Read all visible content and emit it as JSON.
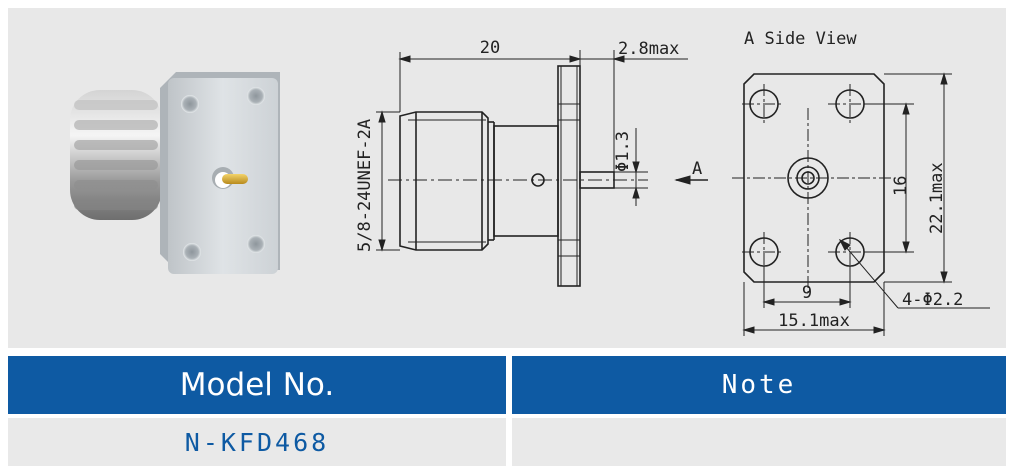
{
  "drawing": {
    "side_view_title": "A Side View",
    "dim_length": "20",
    "dim_flange": "2.8max",
    "dim_pin": "Φ1.3",
    "dim_thread": "5/8-24UNEF-2A",
    "view_marker": "A",
    "dim_hole_spacing_v": "16",
    "dim_height": "22.1max",
    "dim_hole_spacing_h": "9",
    "dim_width": "15.1max",
    "dim_holes": "4-Φ2.2"
  },
  "table": {
    "header_model": "Model No.",
    "header_note": "Note",
    "model_value": "N-KFD468",
    "note_value": ""
  },
  "colors": {
    "header_bg": "#0e5aa3",
    "panel_bg": "#e8e8e8",
    "cell_bg": "#e9e9e9"
  }
}
